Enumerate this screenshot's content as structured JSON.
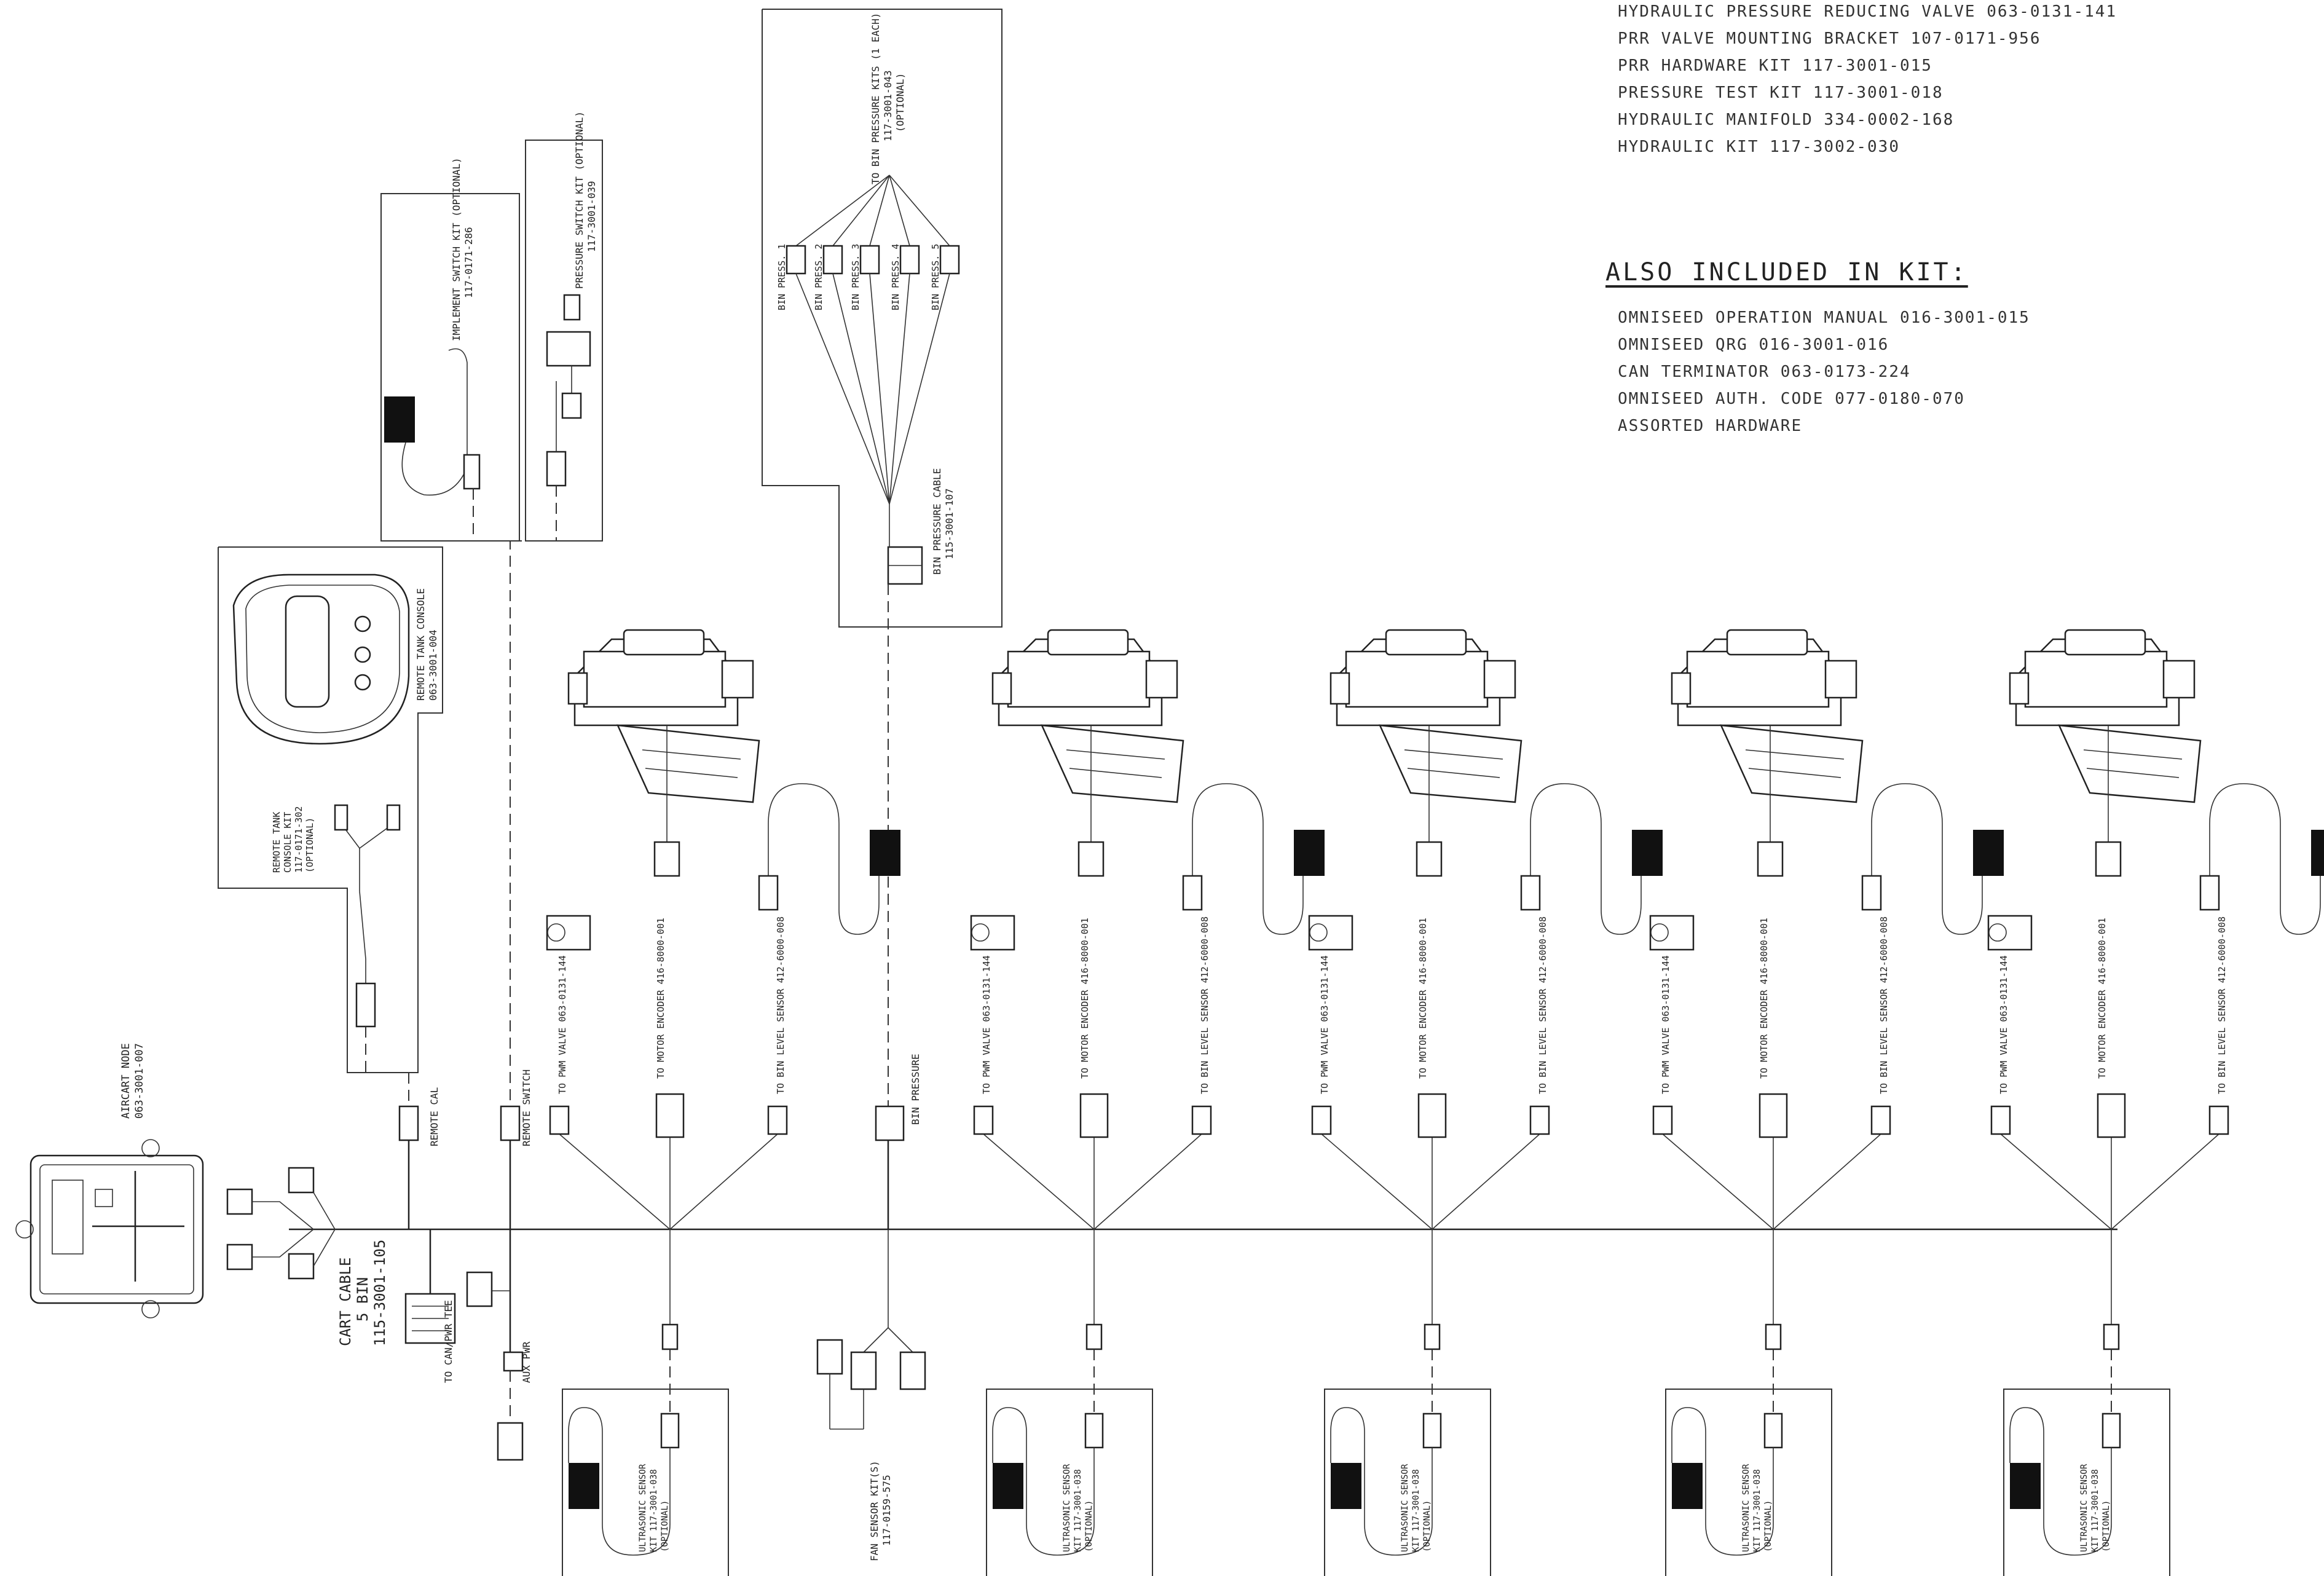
{
  "kit_parts": [
    "HYDRAULIC PRESSURE REDUCING VALVE 063-0131-141",
    "PRR VALVE MOUNTING BRACKET 107-0171-956",
    "PRR HARDWARE KIT 117-3001-015",
    "PRESSURE TEST KIT 117-3001-018",
    "HYDRAULIC MANIFOLD 334-0002-168",
    "HYDRAULIC KIT 117-3002-030"
  ],
  "also_included": {
    "heading": "ALSO INCLUDED IN KIT:",
    "items": [
      "OMNISEED OPERATION MANUAL 016-3001-015",
      "OMNISEED QRG 016-3001-016",
      "CAN TERMINATOR 063-0173-224",
      "OMNISEED AUTH. CODE 077-0180-070",
      "ASSORTED HARDWARE"
    ]
  },
  "labels": {
    "aircart_node": [
      "AIRCART NODE",
      "063-3001-007"
    ],
    "cart_cable": [
      "CART CABLE",
      "5 BIN",
      "115-3001-105"
    ],
    "to_can_pwr_tee": "TO CAN/PWR TEE",
    "remote_cal": "REMOTE CAL",
    "remote_switch": "REMOTE SWITCH",
    "aux_pwr": "AUX PWR",
    "remote_tank_console": [
      "REMOTE TANK CONSOLE",
      "063-3001-004"
    ],
    "remote_tank_console_kit": [
      "REMOTE TANK",
      "CONSOLE KIT",
      "117-0171-302",
      "(OPTIONAL)"
    ],
    "implement_switch_kit": [
      "IMPLEMENT SWITCH KIT (OPTIONAL)",
      "117-0171-286"
    ],
    "pressure_switch_kit": [
      "PRESSURE SWITCH KIT (OPTIONAL)",
      "117-3001-039"
    ],
    "bin_pressure_kits": [
      "TO BIN PRESSURE KITS (1 EACH)",
      "117-3001-043",
      "(OPTIONAL)"
    ],
    "bin_press": [
      "BIN PRESS. 1",
      "BIN PRESS. 2",
      "BIN PRESS. 3",
      "BIN PRESS. 4",
      "BIN PRESS. 5"
    ],
    "bin_pressure_cable": [
      "BIN PRESSURE CABLE",
      "115-3001-107"
    ],
    "bin_pressure": "BIN PRESSURE",
    "fan_sensor_kit": [
      "FAN SENSOR KIT(S)",
      "117-0159-575"
    ],
    "to_pwm_valve": "TO PWM VALVE 063-0131-144",
    "to_motor_encoder": "TO MOTOR ENCODER 416-8000-001",
    "to_bin_level_sensor": "TO BIN LEVEL SENSOR 412-6000-008",
    "ultrasonic_sensor_kit": [
      "ULTRASONIC SENSOR",
      "KIT 117-3001-038",
      "(OPTIONAL)"
    ]
  },
  "bin_count": 5
}
